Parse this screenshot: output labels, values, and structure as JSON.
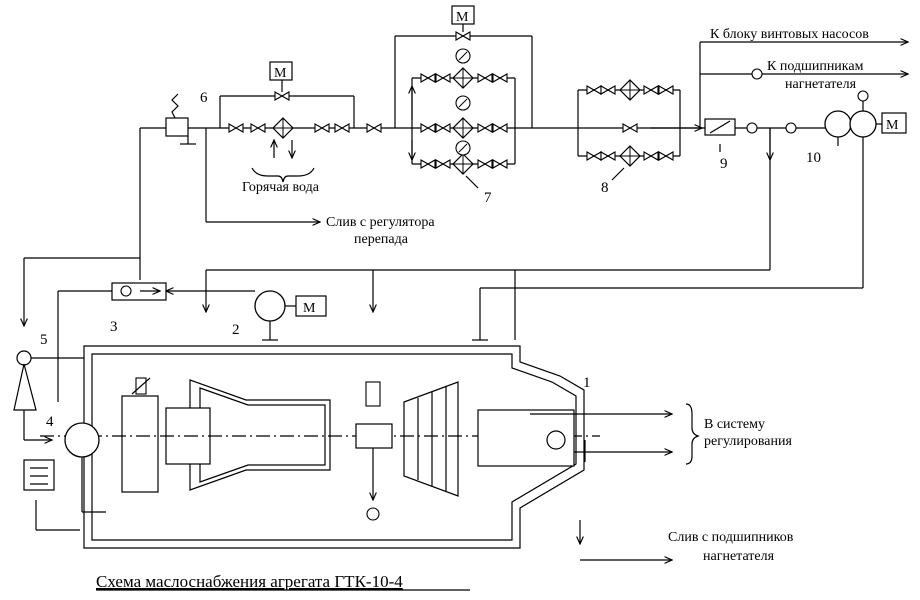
{
  "title": "Схема маслоснабжения агрегата ГТК-10-4",
  "labels": {
    "screw_pumps": "К блоку винтовых насосов",
    "bearings_to_1": "К подшипникам",
    "bearings_to_2": "нагнетателя",
    "hot_water": "Горячая вода",
    "drain_reg_1": "Слив с регулятора",
    "drain_reg_2": "перепада",
    "control_1": "В систему",
    "control_2": "регулирования",
    "drain_bear_1": "Слив с подшипников",
    "drain_bear_2": "нагнетателя",
    "motor": "М"
  },
  "numbers": [
    "1",
    "2",
    "3",
    "4",
    "5",
    "6",
    "7",
    "8",
    "9",
    "10"
  ]
}
